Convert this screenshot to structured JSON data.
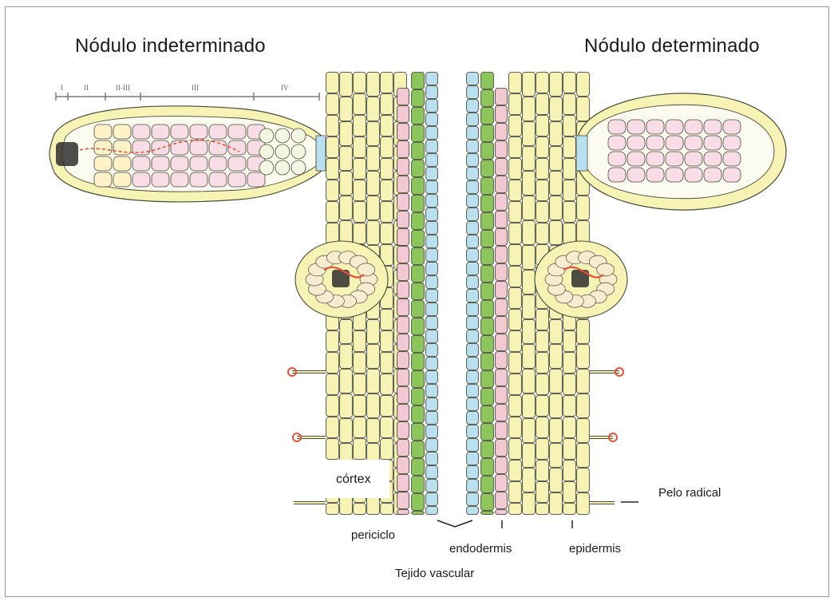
{
  "titles": {
    "left": "Nódulo indeterminado",
    "right": "Nódulo determinado"
  },
  "zones": [
    "I",
    "II",
    "II-III",
    "III",
    "IV"
  ],
  "labels": {
    "cortex": "córtex",
    "pericycle": "periciclo",
    "endodermis": "endodermis",
    "epidermis": "epidermis",
    "vascular": "Tejido vascular",
    "root_hair": "Pelo radical"
  },
  "colors": {
    "cortex_cell": "#f7f3b5",
    "cell_outline": "#4a4a3a",
    "endodermis": "#8cc65a",
    "pericycle": "#f2c8d2",
    "vascular": "#b8e0ef",
    "infected_cell": "#f8dde6",
    "infection_thread": "#e8503a",
    "meristem": "#2e2e2e"
  }
}
